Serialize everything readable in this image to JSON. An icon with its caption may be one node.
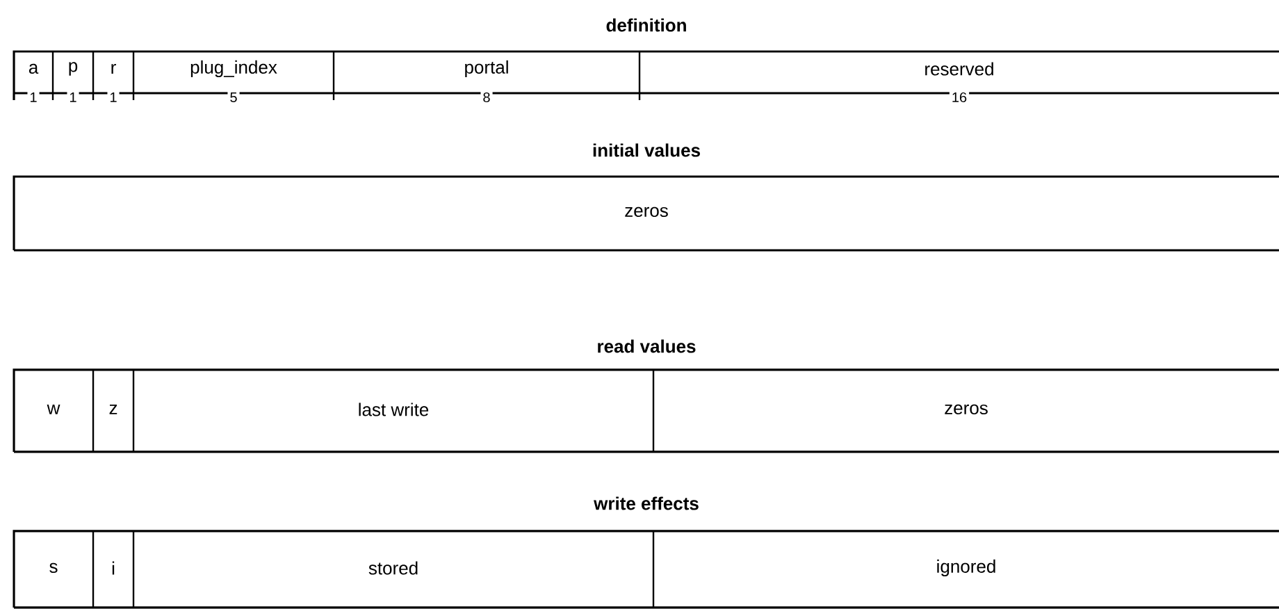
{
  "diagram": {
    "nodes": [
      {
        "text": [
          "definition"
        ]
      },
      {
        "text": [
          "a"
        ],
        "in": 0,
        "beside": [
          "1"
        ]
      },
      {
        "text": [
          "p"
        ],
        "in": 0,
        "beside": [
          "1"
        ]
      },
      {
        "text": [
          "r"
        ],
        "in": 0,
        "beside": [
          "1"
        ]
      },
      {
        "text": [
          "plug_index"
        ],
        "in": 0,
        "beside": [
          "5"
        ]
      },
      {
        "text": [
          "portal"
        ],
        "in": 0,
        "beside": [
          "8"
        ]
      },
      {
        "text": [
          "reserved"
        ],
        "in": 0,
        "beside": [
          "16"
        ]
      },
      {
        "text": [
          "initial values"
        ]
      },
      {
        "text": [
          "zeros"
        ],
        "in": 7
      },
      {
        "text": [
          "read values"
        ]
      },
      {
        "text": [
          "w"
        ],
        "in": 9
      },
      {
        "text": [
          "z"
        ],
        "in": 9
      },
      {
        "text": [
          "last write"
        ],
        "in": 9
      },
      {
        "text": [
          "zeros"
        ],
        "in": 9
      },
      {
        "text": [
          "write effects"
        ]
      },
      {
        "text": [
          "s"
        ],
        "in": 14
      },
      {
        "text": [
          "i"
        ],
        "in": 14
      },
      {
        "text": [
          "stored"
        ],
        "in": 14
      },
      {
        "text": [
          "ignored"
        ],
        "in": 14
      }
    ]
  }
}
